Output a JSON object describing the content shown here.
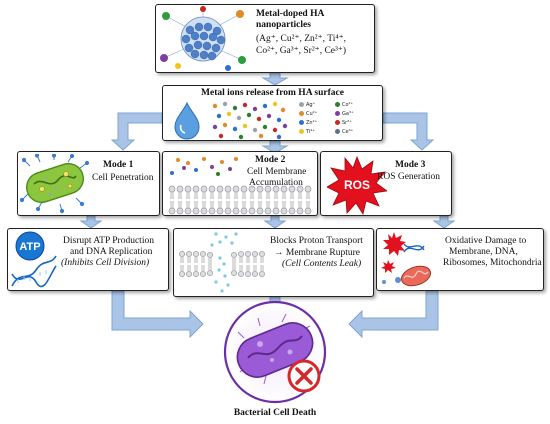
{
  "top_box": {
    "title_line1": "Metal-doped HA",
    "title_line2": "nanoparticles",
    "ions_line1": "(Ag⁺, Cu²⁺, Zn²⁺, Ti⁴⁺,",
    "ions_line2": "Co²⁺, Ga³⁺, Sr²⁺, Ce³⁺)"
  },
  "release_box": {
    "title": "Metal ions release from HA surface",
    "legend": [
      {
        "label": "Ag⁺",
        "color": "#9aa3ad"
      },
      {
        "label": "Co²⁺",
        "color": "#2e7d32"
      },
      {
        "label": "Cu²⁺",
        "color": "#e08a2a"
      },
      {
        "label": "Ga³⁺",
        "color": "#7b3fa0"
      },
      {
        "label": "Zn²⁺",
        "color": "#2a6fd6"
      },
      {
        "label": "Sr²⁺",
        "color": "#c62828"
      },
      {
        "label": "Ti⁴⁺",
        "color": "#f0c419"
      },
      {
        "label": "Ce³⁺",
        "color": "#607080"
      }
    ]
  },
  "modes": [
    {
      "title": "Mode 1",
      "subtitle": "Cell Penetration"
    },
    {
      "title": "Mode 2",
      "subtitle_line1": "Cell Membrane",
      "subtitle_line2": "Accumulation"
    },
    {
      "title": "Mode 3",
      "subtitle": "ROS Generation",
      "badge": "ROS"
    }
  ],
  "effects": [
    {
      "badge": "ATP",
      "line1": "Disrupt ATP Production",
      "line2": "and DNA Replication",
      "line3": "(Inhibits Cell Division)"
    },
    {
      "line1": "Blocks Proton Transport",
      "line2": "→ Membrane Rupture",
      "line3": "(Cell Contents Leak)"
    },
    {
      "line1": "Oxidative Damage to",
      "line2": "Membrane, DNA,",
      "line3": "Ribosomes, Mitochondria"
    }
  ],
  "outcome": {
    "label": "Bacterial Cell Death"
  },
  "colors": {
    "arrow": "#a9c4e6",
    "arrow_edge": "#7fa3d1",
    "bacterium_green": "#8cc63f",
    "bacterium_purple": "#9b5bd6",
    "ros_red": "#e3101d",
    "cross_red": "#d62828"
  }
}
